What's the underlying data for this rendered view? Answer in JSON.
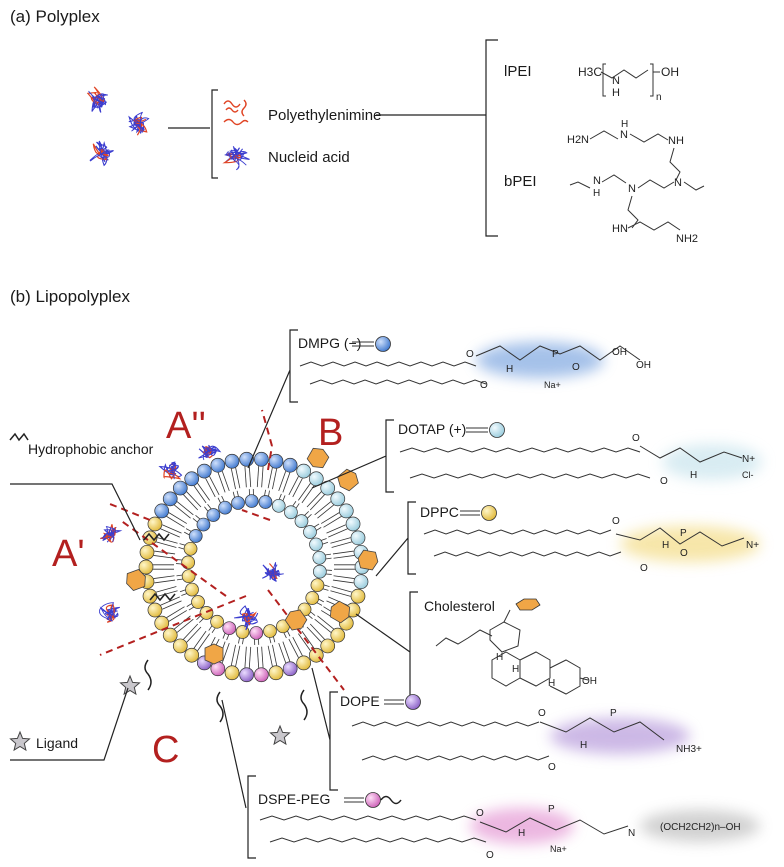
{
  "panel_a": {
    "heading": "(a) Polyplex",
    "legend_pei": "Polyethylenimine",
    "legend_na": "Nucleid acid",
    "lpei": "lPEI",
    "bpei": "bPEI",
    "chem_lpei": {
      "methyl": "H3C",
      "nh": "N",
      "h": "H",
      "n": "n",
      "oh": "OH"
    },
    "chem_bpei": {
      "h2n": "H2N",
      "nh1": "N",
      "h1": "H",
      "nh2": "NH",
      "nh3": "N",
      "h3": "H",
      "n1": "N",
      "n2": "N",
      "hn": "HN",
      "nh2end": "NH2"
    }
  },
  "panel_b": {
    "heading": "(b) Lipopolyplex",
    "region_a1": "A'",
    "region_a2": "A''",
    "region_b": "B",
    "region_c": "C",
    "hydrophobic_anchor": "Hydrophobic anchor",
    "ligand": "Ligand",
    "lipids": [
      {
        "name": "DMPG (−)",
        "color": "#5b8fd8",
        "counter_ion": "Na+",
        "groups": [
          "O",
          "O",
          "OH",
          "OH",
          "P",
          "O",
          "H"
        ]
      },
      {
        "name": "DOTAP (+)",
        "color": "#b9dde8",
        "counter_ion": "Cl-",
        "groups": [
          "O",
          "O",
          "H",
          "N+"
        ]
      },
      {
        "name": "DPPC",
        "color": "#f0d264",
        "counter_ion": "",
        "groups": [
          "O",
          "O",
          "P",
          "O",
          "H",
          "N+"
        ]
      },
      {
        "name": "Cholesterol",
        "color": "#f0a646",
        "counter_ion": "",
        "groups": [
          "H",
          "H",
          "H",
          "OH"
        ]
      },
      {
        "name": "DOPE",
        "color": "#a37fd1",
        "counter_ion": "",
        "groups": [
          "O",
          "O",
          "P",
          "H",
          "NH3+"
        ]
      },
      {
        "name": "DSPE-PEG",
        "color": "#dd7cc8",
        "counter_ion": "Na+",
        "groups": [
          "O",
          "O",
          "P",
          "H",
          "N",
          "(OCH2CH2)n–OH"
        ]
      }
    ]
  },
  "colors": {
    "dmpg": "#5b8fd8",
    "dotap": "#b9dde8",
    "dppc": "#f0d264",
    "cholesterol": "#f0a646",
    "dope": "#a37fd1",
    "dspe_peg": "#dd7cc8",
    "ligand": "#c9c7cc",
    "region_label": "#b3201f",
    "pei": "#e04424",
    "nucleic_acid": "#3b3dcf"
  },
  "icons": [
    "polyplex-particle-icon",
    "lipid-headgroup-icon",
    "cholesterol-icon",
    "ligand-star-icon",
    "hydrophobic-anchor-icon",
    "peg-chain-icon"
  ]
}
